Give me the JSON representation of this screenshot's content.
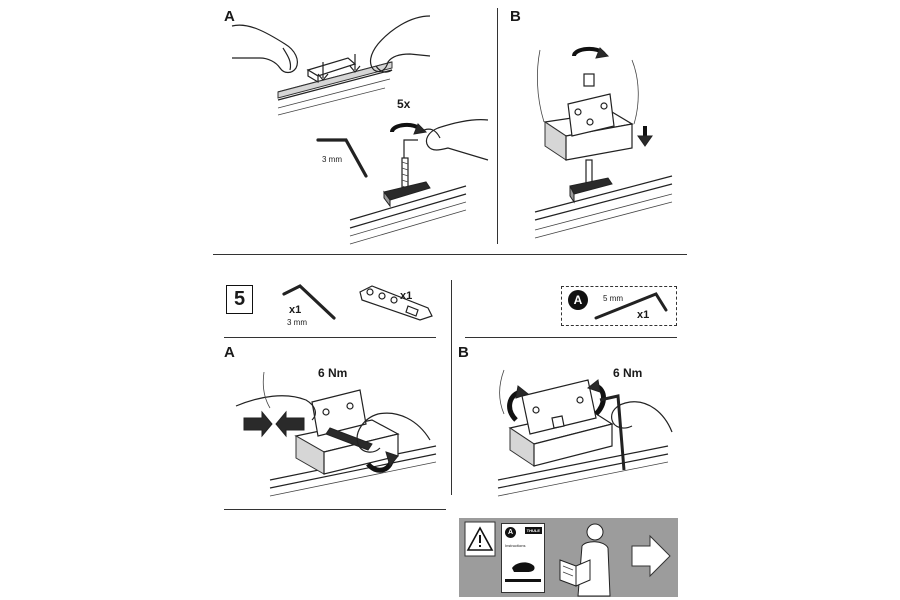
{
  "top": {
    "panel_a": {
      "label": "A",
      "count": "5x",
      "tool": "3 mm"
    },
    "panel_b": {
      "label": "B"
    }
  },
  "step": {
    "number": "5",
    "parts": [
      {
        "qty": "x1",
        "spec": "3 mm",
        "icon": "allen-key-icon"
      },
      {
        "qty": "x1",
        "icon": "flat-wrench-icon"
      }
    ],
    "optional_tool": {
      "badge": "A",
      "spec": "5 mm",
      "qty": "x1",
      "icon": "allen-key-icon"
    },
    "panel_a": {
      "label": "A",
      "torque": "6 Nm"
    },
    "panel_b": {
      "label": "B",
      "torque": "6 Nm"
    }
  },
  "footer": {
    "warning_icon": "warning-triangle-icon",
    "booklet": {
      "badge": "A",
      "brand": "THULE",
      "title": "Instructions"
    },
    "next_icon": "arrow-right-icon"
  }
}
